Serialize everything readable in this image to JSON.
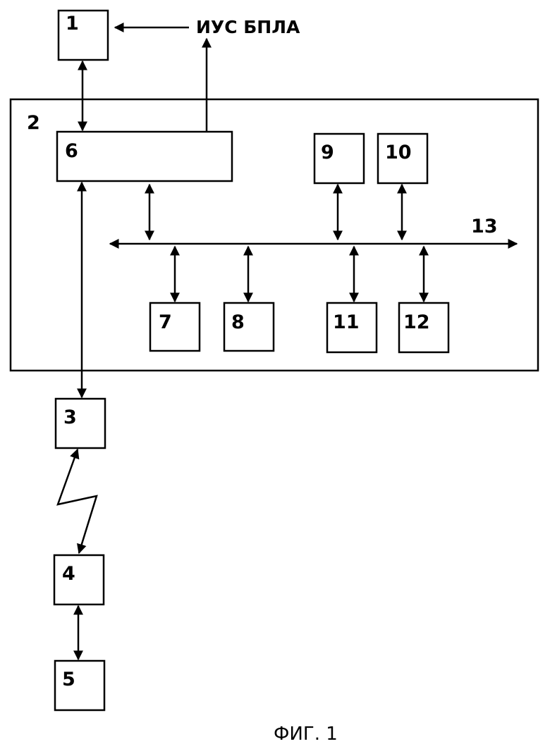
{
  "labels": {
    "block1": "1",
    "block2": "2",
    "block3": "3",
    "block4": "4",
    "block5": "5",
    "block6": "6",
    "block7": "7",
    "block8": "8",
    "block9": "9",
    "block10": "10",
    "block11": "11",
    "block12": "12",
    "bus13": "13"
  },
  "external_label": "ИУС БПЛА",
  "caption": "ФИГ. 1"
}
